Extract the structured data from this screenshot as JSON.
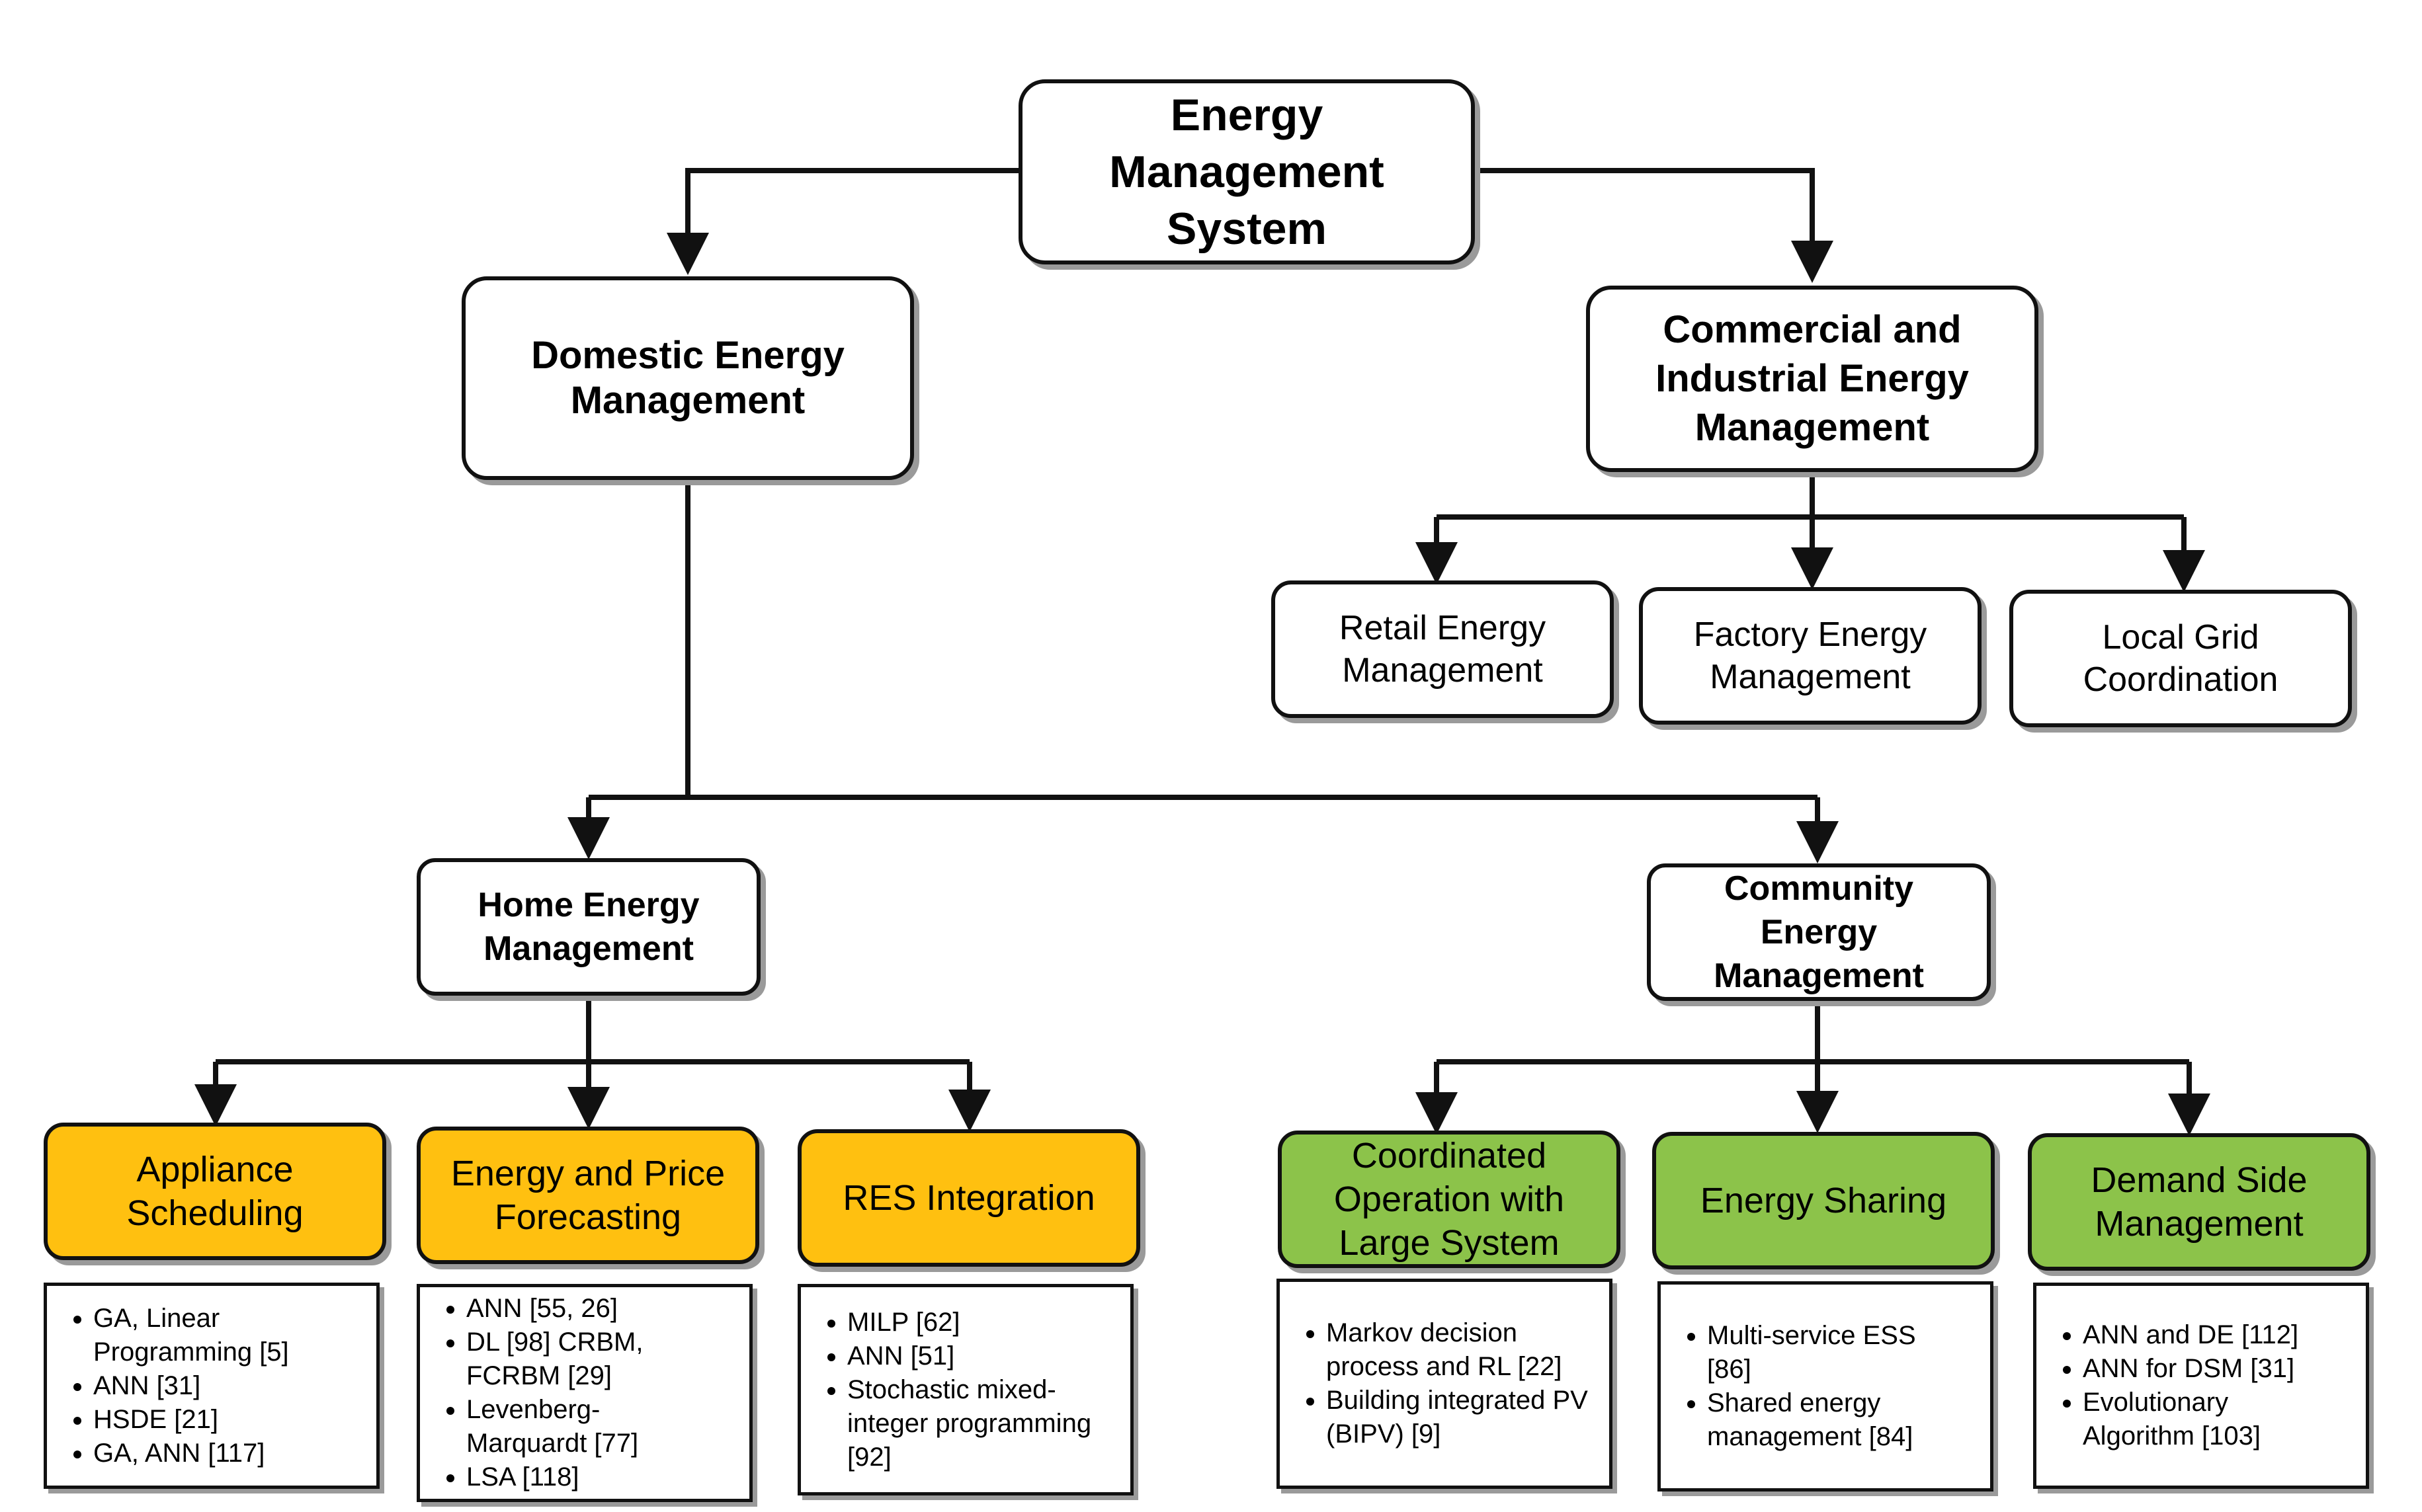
{
  "root": {
    "label": "Energy Management System"
  },
  "domestic": {
    "label": "Domestic Energy Management"
  },
  "commercial": {
    "label": "Commercial and Industrial Energy Management"
  },
  "commercial_children": [
    {
      "label": "Retail Energy Management"
    },
    {
      "label": "Factory Energy Management"
    },
    {
      "label": "Local Grid Coordination"
    }
  ],
  "home": {
    "label": "Home Energy Management"
  },
  "community": {
    "label": "Community Energy Management"
  },
  "home_children": [
    {
      "label": "Appliance Scheduling",
      "items": [
        "GA, Linear Programming [5]",
        "ANN [31]",
        "HSDE [21]",
        "GA, ANN [117]"
      ]
    },
    {
      "label": "Energy and Price Forecasting",
      "items": [
        "ANN [55, 26]",
        "DL [98] CRBM, FCRBM [29]",
        "Levenberg-Marquardt [77]",
        "LSA [118]"
      ]
    },
    {
      "label": "RES Integration",
      "items": [
        "MILP [62]",
        "ANN [51]",
        "Stochastic mixed-integer programming [92]"
      ]
    }
  ],
  "community_children": [
    {
      "label": "Coordinated Operation with Large System",
      "items": [
        "Markov decision process and RL [22]",
        "Building integrated PV (BIPV) [9]"
      ]
    },
    {
      "label": "Energy Sharing",
      "items": [
        "Multi-service ESS [86]",
        "Shared energy management [84]"
      ]
    },
    {
      "label": "Demand Side Management",
      "items": [
        "ANN and DE [112]",
        "ANN for DSM [31]",
        "Evolutionary Algorithm [103]"
      ]
    }
  ],
  "colors": {
    "home_children_fill": "#FFC010",
    "community_children_fill": "#8CC34A",
    "stroke": "#111111"
  }
}
